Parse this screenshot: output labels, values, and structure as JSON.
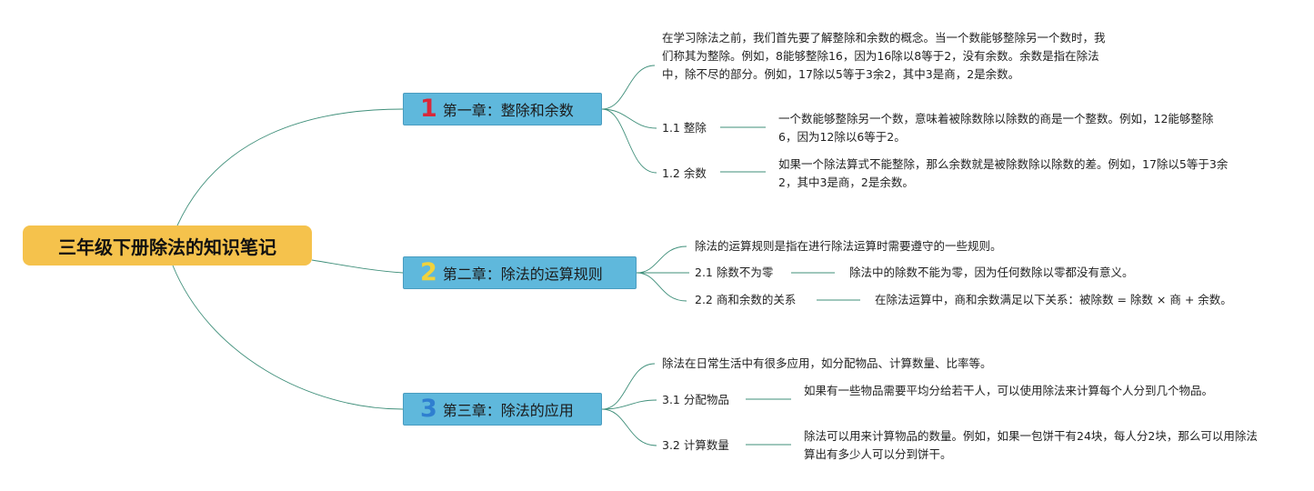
{
  "root": {
    "title": "三年级下册除法的知识笔记"
  },
  "chapters": [
    {
      "number": "1",
      "title": "第一章：整除和余数",
      "intro": "在学习除法之前，我们首先要了解整除和余数的概念。当一个数能够整除另一个数时，我们称其为整除。例如，8能够整除16，因为16除以8等于2，没有余数。余数是指在除法中，除不尽的部分。例如，17除以5等于3余2，其中3是商，2是余数。",
      "sections": [
        {
          "label": "1.1 整除",
          "text": "一个数能够整除另一个数，意味着被除数除以除数的商是一个整数。例如，12能够整除6，因为12除以6等于2。"
        },
        {
          "label": "1.2 余数",
          "text": "如果一个除法算式不能整除，那么余数就是被除数除以除数的差。例如，17除以5等于3余2，其中3是商，2是余数。"
        }
      ]
    },
    {
      "number": "2",
      "title": "第二章：除法的运算规则",
      "intro": "除法的运算规则是指在进行除法运算时需要遵守的一些规则。",
      "sections": [
        {
          "label": "2.1 除数不为零",
          "text": "除法中的除数不能为零，因为任何数除以零都没有意义。"
        },
        {
          "label": "2.2 商和余数的关系",
          "text": "在除法运算中，商和余数满足以下关系：被除数 = 除数 × 商 + 余数。"
        }
      ]
    },
    {
      "number": "3",
      "title": "第三章：除法的应用",
      "intro": "除法在日常生活中有很多应用，如分配物品、计算数量、比率等。",
      "sections": [
        {
          "label": "3.1 分配物品",
          "text": "如果有一些物品需要平均分给若干人，可以使用除法来计算每个人分到几个物品。"
        },
        {
          "label": "3.2 计算数量",
          "text": "除法可以用来计算物品的数量。例如，如果一包饼干有24块，每人分2块，那么可以用除法算出有多少人可以分到饼干。"
        }
      ]
    }
  ],
  "colors": {
    "root_fill": "#f5c24c",
    "chapter_fill": "#5fb8dc",
    "connector": "#3f8f7a",
    "num_1": "#d9283a",
    "num_2": "#f0d23c",
    "num_3": "#2f7fd0"
  }
}
